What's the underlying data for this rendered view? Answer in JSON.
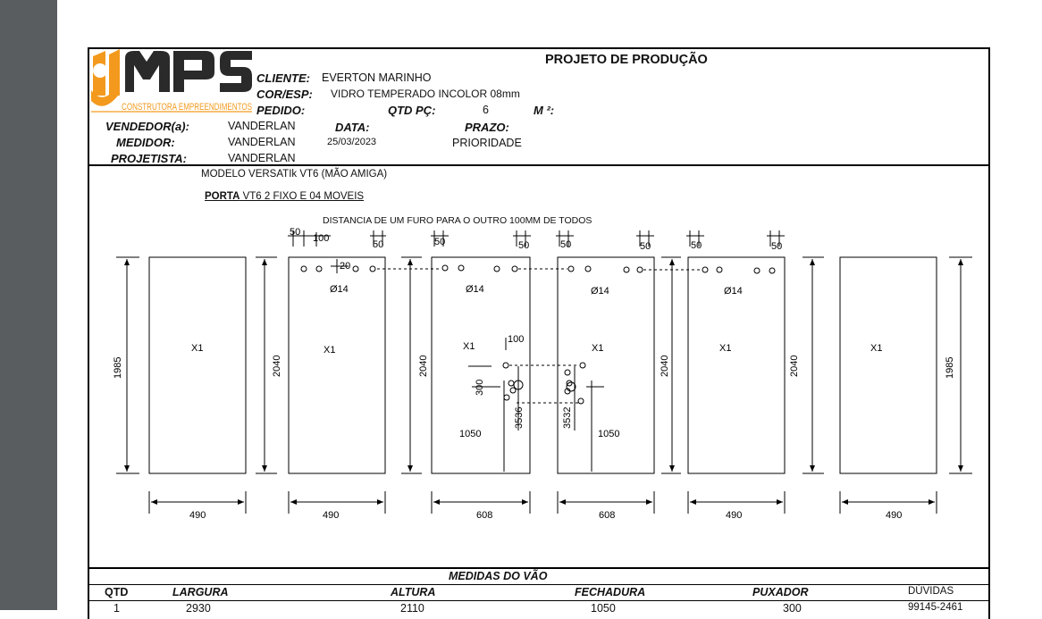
{
  "header": {
    "title": "PROJETO DE PRODUÇÃO",
    "logo_text": "MPS",
    "logo_subtext": "CONSTRUTORA EMPREENDIMENTOS",
    "fields": {
      "cliente_label": "CLIENTE:",
      "cliente": "EVERTON MARINHO",
      "cor_label": "COR/ESP:",
      "cor": "VIDRO TEMPERADO INCOLOR 08mm",
      "pedido_label": "PEDIDO:",
      "qtd_label": "QTD PÇ:",
      "qtd": "6",
      "m2_label": "M ²:",
      "vendedor_label": "VENDEDOR(a):",
      "vendedor": "VANDERLAN",
      "data_label": "DATA:",
      "prazo_label": "PRAZO:",
      "medidor_label": "MEDIDOR:",
      "medidor": "VANDERLAN",
      "data": "25/03/2023",
      "prazo": "PRIORIDADE",
      "projetista_label": "PROJETISTA:",
      "projetista": "VANDERLAN"
    },
    "colors": {
      "logo_orange": "#f39a1e",
      "logo_dark": "#2a2a2a"
    }
  },
  "drawing": {
    "modelo": "MODELO VERSATIk VT6 (MÃO AMIGA)",
    "porta_bold": "PORTA",
    "porta_rest": " VT6 2 FIXO E 04 MOVEIS",
    "note": "DISTANCIA DE UM FURO PARA O OUTRO 100MM DE TODOS",
    "panel_label": "X1",
    "panels": [
      {
        "name": "fixed-left",
        "width": "490",
        "height": "1985"
      },
      {
        "name": "mobile-1",
        "width": "490",
        "height": "2040"
      },
      {
        "name": "mobile-2",
        "width": "608",
        "height": "2040"
      },
      {
        "name": "mobile-3",
        "width": "608",
        "height": "2040"
      },
      {
        "name": "mobile-4",
        "width": "490",
        "height": "2040"
      },
      {
        "name": "fixed-right",
        "width": "490",
        "height": "1985"
      }
    ],
    "dims": {
      "d50": "50",
      "d100": "100",
      "d20": "20",
      "hole": "Ø14",
      "d300": "300",
      "d3536": "3536",
      "d3532": "3532",
      "d1050": "1050"
    }
  },
  "table": {
    "title": "MEDIDAS DO VÃO",
    "headers": [
      "QTD",
      "LARGURA",
      "ALTURA",
      "FECHADURA",
      "PUXADOR",
      "DÚVIDAS"
    ],
    "row": [
      "1",
      "2930",
      "2110",
      "1050",
      "300",
      "99145-2461"
    ]
  }
}
